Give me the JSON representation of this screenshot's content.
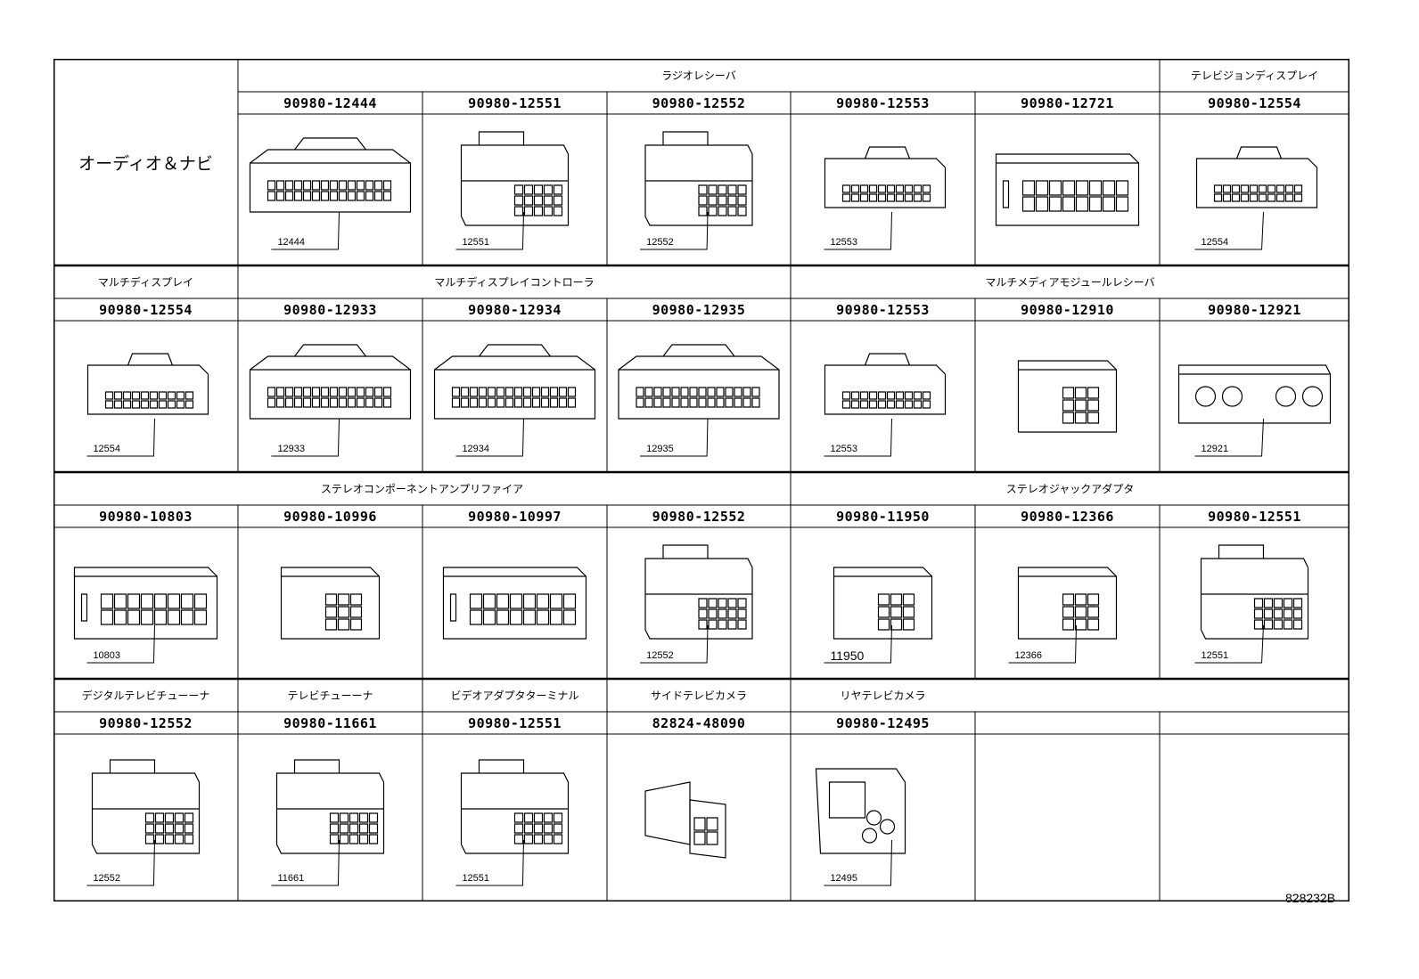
{
  "group_title": "オーディオ＆ナビ",
  "figure_code": "828232B",
  "bands": [
    {
      "headers": [
        {
          "text": "ラジオレシーバ",
          "c0": 1,
          "c1": 5
        },
        {
          "text": "テレビジョンディスプレイ",
          "c0": 6,
          "c1": 6
        }
      ],
      "cells": [
        {
          "col": 1,
          "part": "90980-12444",
          "label": "12444",
          "shape": "wide"
        },
        {
          "col": 2,
          "part": "90980-12551",
          "label": "12551",
          "shape": "tall"
        },
        {
          "col": 3,
          "part": "90980-12552",
          "label": "12552",
          "shape": "tall"
        },
        {
          "col": 4,
          "part": "90980-12553",
          "label": "12553",
          "shape": "mid"
        },
        {
          "col": 5,
          "part": "90980-12721",
          "label": "",
          "shape": "box"
        },
        {
          "col": 6,
          "part": "90980-12554",
          "label": "12554",
          "shape": "mid"
        }
      ]
    },
    {
      "headers": [
        {
          "text": "マルチディスプレイ",
          "c0": 0,
          "c1": 0
        },
        {
          "text": "マルチディスプレイコントローラ",
          "c0": 1,
          "c1": 3
        },
        {
          "text": "マルチメディアモジュールレシーバ",
          "c0": 4,
          "c1": 6
        }
      ],
      "cells": [
        {
          "col": 0,
          "part": "90980-12554",
          "label": "12554",
          "shape": "mid"
        },
        {
          "col": 1,
          "part": "90980-12933",
          "label": "12933",
          "shape": "wide"
        },
        {
          "col": 2,
          "part": "90980-12934",
          "label": "12934",
          "shape": "wide"
        },
        {
          "col": 3,
          "part": "90980-12935",
          "label": "12935",
          "shape": "wide"
        },
        {
          "col": 4,
          "part": "90980-12553",
          "label": "12553",
          "shape": "mid"
        },
        {
          "col": 5,
          "part": "90980-12910",
          "label": "",
          "shape": "small"
        },
        {
          "col": 6,
          "part": "90980-12921",
          "label": "12921",
          "shape": "round"
        }
      ]
    },
    {
      "headers": [
        {
          "text": "ステレオコンポーネントアンプリファイア",
          "c0": 0,
          "c1": 3
        },
        {
          "text": "ステレオジャックアダプタ",
          "c0": 4,
          "c1": 6
        }
      ],
      "cells": [
        {
          "col": 0,
          "part": "90980-10803",
          "label": "10803",
          "shape": "box"
        },
        {
          "col": 1,
          "part": "90980-10996",
          "label": "",
          "shape": "small"
        },
        {
          "col": 2,
          "part": "90980-10997",
          "label": "",
          "shape": "box"
        },
        {
          "col": 3,
          "part": "90980-12552",
          "label": "12552",
          "shape": "tall"
        },
        {
          "col": 4,
          "part": "90980-11950",
          "label": "11950",
          "shape": "small",
          "big": true
        },
        {
          "col": 5,
          "part": "90980-12366",
          "label": "12366",
          "shape": "small"
        },
        {
          "col": 6,
          "part": "90980-12551",
          "label": "12551",
          "shape": "tall"
        }
      ]
    },
    {
      "headers": [
        {
          "text": "デジタルテレビチューーナ",
          "c0": 0,
          "c1": 0
        },
        {
          "text": "テレビチューーナ",
          "c0": 1,
          "c1": 1
        },
        {
          "text": "ビデオアダプタターミナル",
          "c0": 2,
          "c1": 2
        },
        {
          "text": "サイドテレビカメラ",
          "c0": 3,
          "c1": 3
        },
        {
          "text": "リヤテレビカメラ",
          "c0": 4,
          "c1": 4
        }
      ],
      "cells": [
        {
          "col": 0,
          "part": "90980-12552",
          "label": "12552",
          "shape": "tall"
        },
        {
          "col": 1,
          "part": "90980-11661",
          "label": "11661",
          "shape": "tall"
        },
        {
          "col": 2,
          "part": "90980-12551",
          "label": "12551",
          "shape": "tall"
        },
        {
          "col": 3,
          "part": "82824-48090",
          "label": "",
          "shape": "plug"
        },
        {
          "col": 4,
          "part": "90980-12495",
          "label": "12495",
          "shape": "camera"
        }
      ]
    }
  ]
}
